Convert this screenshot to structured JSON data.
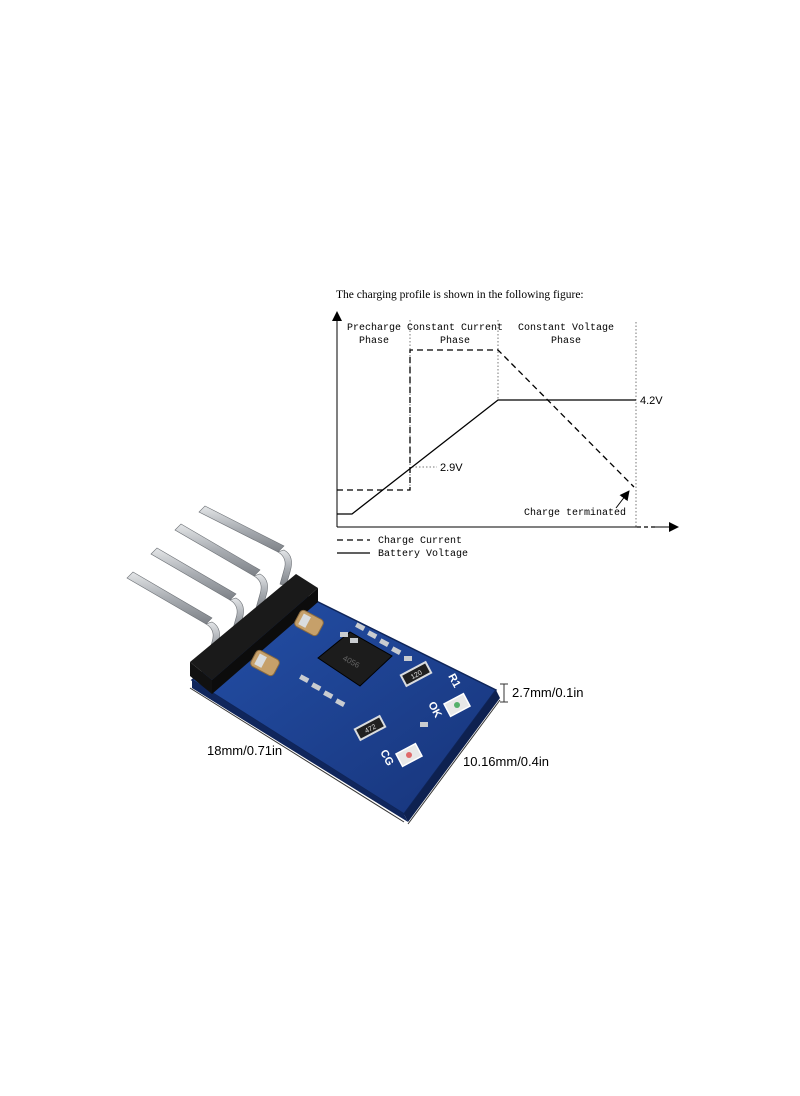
{
  "figure": {
    "caption": "The charging profile is shown in the following figure:",
    "phases": {
      "precharge": [
        "Precharge",
        "Phase"
      ],
      "constant_current": [
        "Constant Current",
        "Phase"
      ],
      "constant_voltage": [
        "Constant Voltage",
        "Phase"
      ]
    },
    "annotations": {
      "threshold_voltage": "2.9V",
      "full_voltage": "4.2V",
      "terminated": "Charge terminated"
    },
    "legend": {
      "current": "Charge Current",
      "voltage": "Battery Voltage"
    }
  },
  "module": {
    "dimensions": {
      "length": "18mm/0.71in",
      "width": "10.16mm/0.4in",
      "thickness": "2.7mm/0.1in"
    },
    "markings": {
      "resistor_top": "120",
      "resistor_bottom": "472",
      "chip": "4056",
      "silk_1": "R1",
      "silk_2": "OK",
      "silk_3": "CG"
    },
    "colors": {
      "pcb": "#1f3f8f",
      "pcb_edge": "#16306e",
      "silkscreen": "#ffffff",
      "header": "#151515",
      "pin": "#b9bcc0",
      "chip": "#1c1c1c",
      "solder": "#c9ccd0"
    }
  }
}
